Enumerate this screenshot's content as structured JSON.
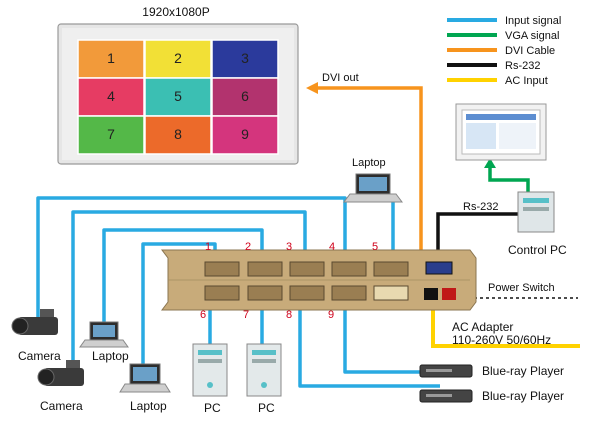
{
  "monitor": {
    "resolution": "1920x1080P",
    "tiles": [
      {
        "label": "1",
        "color": "#f29a3a"
      },
      {
        "label": "2",
        "color": "#f2e036"
      },
      {
        "label": "3",
        "color": "#2b3a9c"
      },
      {
        "label": "4",
        "color": "#e63c63"
      },
      {
        "label": "5",
        "color": "#3bbfb3"
      },
      {
        "label": "6",
        "color": "#b2336e"
      },
      {
        "label": "7",
        "color": "#54b848"
      },
      {
        "label": "8",
        "color": "#ec6a2a"
      },
      {
        "label": "9",
        "color": "#d4357d"
      }
    ]
  },
  "legend": [
    {
      "label": "Input signal",
      "color": "#29aae2"
    },
    {
      "label": "VGA signal",
      "color": "#00a651"
    },
    {
      "label": "DVI Cable",
      "color": "#f7941d"
    },
    {
      "label": "Rs-232",
      "color": "#111111"
    },
    {
      "label": "AC Input",
      "color": "#ffd200"
    }
  ],
  "labels": {
    "dvi_out": "DVI out",
    "rs232": "Rs-232",
    "control_pc": "Control PC",
    "power_switch": "Power Switch",
    "ac_adapter_line1": "AC Adapter",
    "ac_adapter_line2": "110-260V 50/60Hz",
    "laptop_top": "Laptop",
    "laptop_left": "Laptop",
    "laptop_bottom": "Laptop",
    "camera_1": "Camera",
    "camera_2": "Camera",
    "pc_1": "PC",
    "pc_2": "PC",
    "bluray_1": "Blue-ray Player",
    "bluray_2": "Blue-ray Player"
  },
  "port_numbers": [
    "1",
    "2",
    "3",
    "4",
    "5",
    "6",
    "7",
    "8",
    "9"
  ],
  "colors": {
    "input": "#29aae2",
    "vga": "#00a651",
    "dvi": "#f7941d",
    "rs232": "#111111",
    "ac": "#ffd200",
    "device_body": "#c8ab7a",
    "port_number": "#d0021b"
  }
}
